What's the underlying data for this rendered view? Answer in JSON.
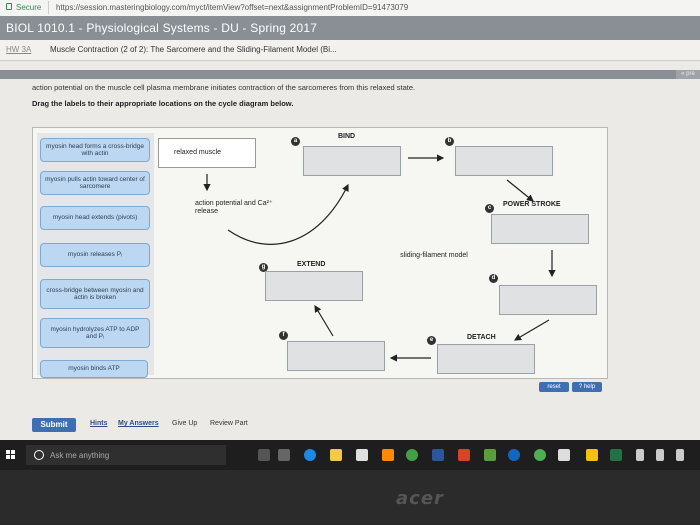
{
  "browser": {
    "secure_label": "Secure",
    "url": "https://session.masteringbiology.com/myct/itemView?offset=next&assignmentProblemID=91473079"
  },
  "course": {
    "title": "BIOL 1010.1 - Physiological Systems - DU - Spring 2017"
  },
  "assignment": {
    "hw_link": "HW 3A",
    "title": "Muscle Contraction (2 of 2): The Sarcomere and the Sliding-Filament Model (Bi..."
  },
  "part_nav": {
    "prev_label": "« pre"
  },
  "instructions": {
    "line1": "action potential on the muscle cell plasma membrane initiates contraction of the sarcomeres from this relaxed state.",
    "line2": "Drag the labels to their appropriate locations on the cycle diagram below."
  },
  "label_bank": [
    "myosin head forms a cross-bridge with actin",
    "myosin pulls actin toward center of sarcomere",
    "myosin head extends (pivots)",
    "myosin releases Pᵢ",
    "cross-bridge between myosin and actin is broken",
    "myosin hydrolyzes ATP to ADP and Pᵢ",
    "myosin binds ATP"
  ],
  "diagram": {
    "relaxed_muscle": "relaxed muscle",
    "action_potential": "action potential and Ca²⁺ release",
    "sliding_filament": "sliding-filament model",
    "steps": {
      "bind": "BIND",
      "power_stroke": "POWER STROKE",
      "detach": "DETACH",
      "extend": "EXTEND"
    },
    "markers": {
      "a": "a",
      "b": "b",
      "c": "c",
      "d": "d",
      "e": "e",
      "f": "f",
      "g": "g"
    }
  },
  "controls": {
    "reset": "reset",
    "help": "? help"
  },
  "footer": {
    "submit": "Submit",
    "hints": "Hints",
    "my_answers": "My Answers",
    "give_up": "Give Up",
    "review_part": "Review Part"
  },
  "taskbar": {
    "search_placeholder": "Ask me anything"
  },
  "brand": "acer",
  "colors": {
    "label_fill": "#bcd7f2",
    "target_fill": "#dfe1e3",
    "button": "#3f6fb3",
    "header": "#8a8f95"
  }
}
